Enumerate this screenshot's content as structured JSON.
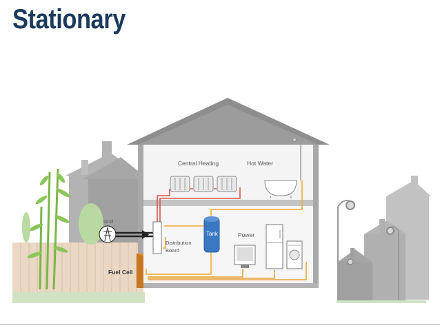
{
  "title": "Stationary",
  "labels": {
    "central_heating": "Central Heating",
    "hot_water": "Hot Water",
    "grid": "Grid",
    "distribution_line1": "Distribution",
    "distribution_line2": "Board",
    "tank": "Tank",
    "power": "Power",
    "fuel_cell": "Fuel Cell"
  },
  "colors": {
    "title": "#1b3a5c",
    "heating_pipe": "#d9534f",
    "hot_water_pipe": "#f0a830",
    "power_line": "#e8a33a",
    "grid_line": "#222222",
    "tank": "#3a78c2",
    "fuel_cell": "#d9862a"
  }
}
